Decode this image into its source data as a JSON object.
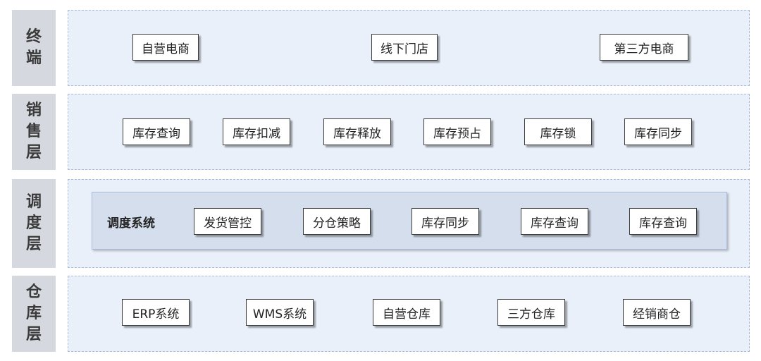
{
  "layers": [
    {
      "label": "终端",
      "nodes": [
        "自营电商",
        "线下门店",
        "第三方电商"
      ]
    },
    {
      "label": "销售层",
      "nodes": [
        "库存查询",
        "库存扣减",
        "库存释放",
        "库存预占",
        "库存锁",
        "库存同步"
      ]
    },
    {
      "label": "调度层",
      "panel_title": "调度系统",
      "nodes": [
        "发货管控",
        "分仓策略",
        "库存同步",
        "库存查询",
        "库存查询"
      ]
    },
    {
      "label": "仓库层",
      "nodes": [
        "ERP系统",
        "WMS系统",
        "自营仓库",
        "三方仓库",
        "经销商仓"
      ]
    }
  ]
}
